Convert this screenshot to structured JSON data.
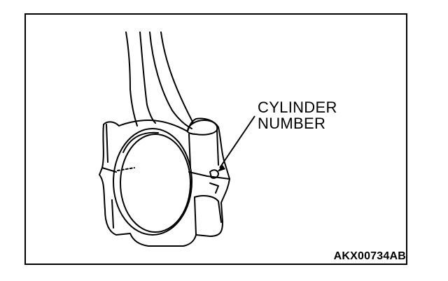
{
  "labels": {
    "callout_line1": "CYLINDER",
    "callout_line2": "NUMBER",
    "figure_id": "AKX00734AB"
  },
  "colors": {
    "ink": "#000000",
    "paper": "#ffffff"
  }
}
